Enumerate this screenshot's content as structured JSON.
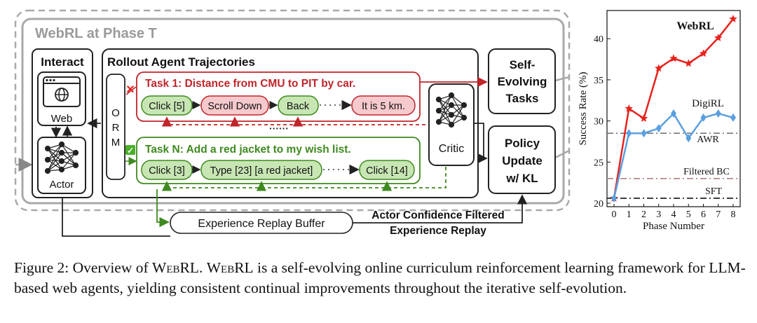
{
  "diagram": {
    "phase_box_title": {
      "brand": "WebRL",
      "rest": " at Phase T"
    },
    "interact": {
      "title": "Interact",
      "web_label": "Web",
      "actor_label": "Actor"
    },
    "rollout": {
      "title": "Rollout Agent Trajectories",
      "orm_letters": [
        "O",
        "R",
        "M"
      ],
      "task1": {
        "title": "Task 1: Distance from CMU to PIT by car.",
        "steps": [
          "Click [5]",
          "Scroll Down",
          "Back",
          "It is 5 km."
        ],
        "mark": "✕"
      },
      "taskN": {
        "title": "Task N: Add a red jacket to my wish list.",
        "steps": [
          "Click [3]",
          "Type [23] [a red jacket]",
          "Click [14]"
        ],
        "mark": "✓"
      },
      "ellipsis": "······",
      "critic_label": "Critic"
    },
    "self_evolving": [
      "Self-",
      "Evolving",
      "Tasks"
    ],
    "policy_update": [
      "Policy",
      "Update",
      "w/ KL"
    ],
    "replay_buffer": "Experience Replay Buffer",
    "replay_label": [
      "Actor Confidence Filtered",
      "Experience Replay"
    ],
    "colors": {
      "red": "#c0252a",
      "green": "#3f8a1f",
      "blue": "#5aa0e0",
      "bright_red": "#e8221c"
    }
  },
  "chart_data": {
    "type": "line",
    "x": [
      0,
      1,
      2,
      3,
      4,
      5,
      6,
      7,
      8
    ],
    "xlabel": "Phase Number",
    "ylabel": "Success Rate (%)",
    "xlim": [
      0,
      8
    ],
    "ylim": [
      20,
      43
    ],
    "yticks": [
      20,
      25,
      30,
      35,
      40
    ],
    "series": [
      {
        "name": "WebRL",
        "values": [
          20.6,
          31.5,
          30.3,
          36.4,
          37.6,
          37.0,
          38.2,
          40.1,
          42.4
        ],
        "color": "#e8221c",
        "marker": "star"
      },
      {
        "name": "DigiRL",
        "values": [
          20.6,
          28.5,
          28.5,
          29.1,
          30.9,
          27.9,
          30.4,
          30.9,
          30.4
        ],
        "color": "#5aa0e0",
        "marker": "diamond"
      }
    ],
    "baselines": [
      {
        "name": "AWR",
        "value": 28.5,
        "color": "#777777"
      },
      {
        "name": "Filtered BC",
        "value": 23.0,
        "color": "#b07f7f"
      },
      {
        "name": "SFT",
        "value": 20.6,
        "color": "#111111"
      }
    ]
  },
  "caption": {
    "prefix": "Figure 2: Overview of ",
    "brand1": "WebRL",
    "mid": ". ",
    "brand2": "WebRL",
    "rest": " is a self-evolving online curriculum reinforcement learning framework for LLM-based web agents, yielding consistent continual improvements throughout the iterative self-evolution."
  }
}
